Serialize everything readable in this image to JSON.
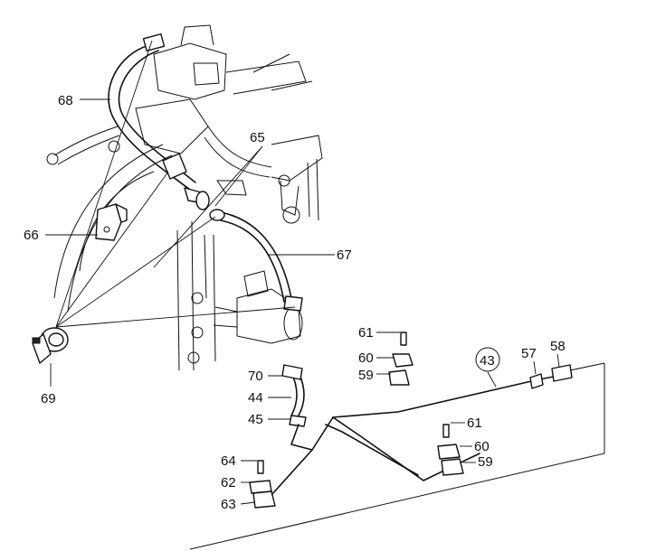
{
  "callouts": {
    "p43": "43",
    "p44": "44",
    "p45": "45",
    "p57": "57",
    "p58": "58",
    "p59a": "59",
    "p59b": "59",
    "p60a": "60",
    "p60b": "60",
    "p61a": "61",
    "p61b": "61",
    "p62": "62",
    "p63": "63",
    "p64": "64",
    "p65": "65",
    "p66": "66",
    "p67": "67",
    "p68": "68",
    "p69": "69",
    "p70": "70"
  }
}
